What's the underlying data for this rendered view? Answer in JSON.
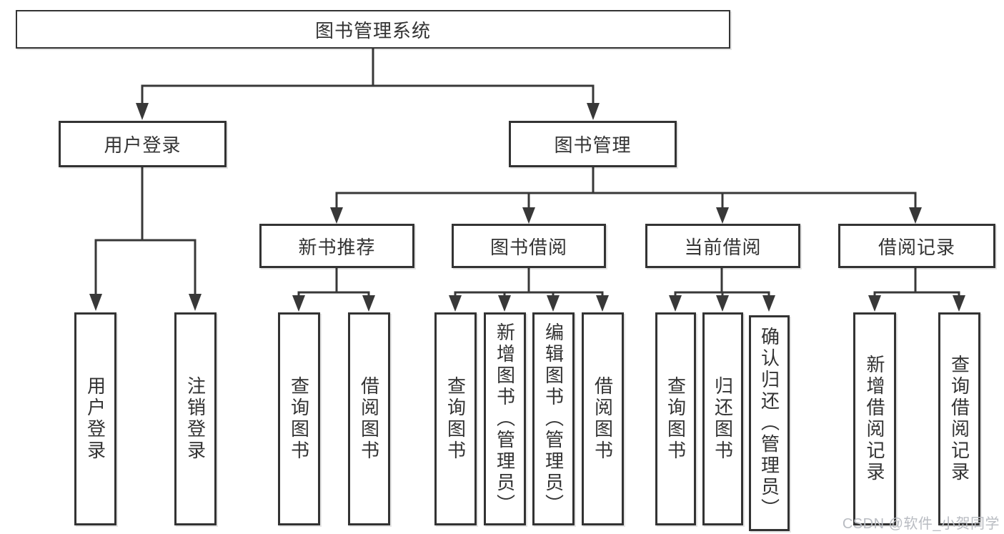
{
  "colors": {
    "line": "#383838",
    "border": "#333333",
    "text": "#333333",
    "watermark": "#b9bcc2",
    "background": "#ffffff"
  },
  "tree": {
    "root": "图书管理系统",
    "children": [
      {
        "label": "用户登录",
        "children": [
          {
            "label": "用户登录"
          },
          {
            "label": "注销登录"
          }
        ]
      },
      {
        "label": "图书管理",
        "children": [
          {
            "label": "新书推荐",
            "children": [
              {
                "label": "查询图书"
              },
              {
                "label": "借阅图书"
              }
            ]
          },
          {
            "label": "图书借阅",
            "children": [
              {
                "label": "查询图书"
              },
              {
                "label": "新增图书（管理员）"
              },
              {
                "label": "编辑图书（管理员）"
              },
              {
                "label": "借阅图书"
              }
            ]
          },
          {
            "label": "当前借阅",
            "children": [
              {
                "label": "查询图书"
              },
              {
                "label": "归还图书"
              },
              {
                "label": "确认归还（管理员）"
              }
            ]
          },
          {
            "label": "借阅记录",
            "children": [
              {
                "label": "新增借阅记录"
              },
              {
                "label": "查询借阅记录"
              }
            ]
          }
        ]
      }
    ]
  },
  "watermark": {
    "text": "CSDN @软件_小贺同学"
  }
}
